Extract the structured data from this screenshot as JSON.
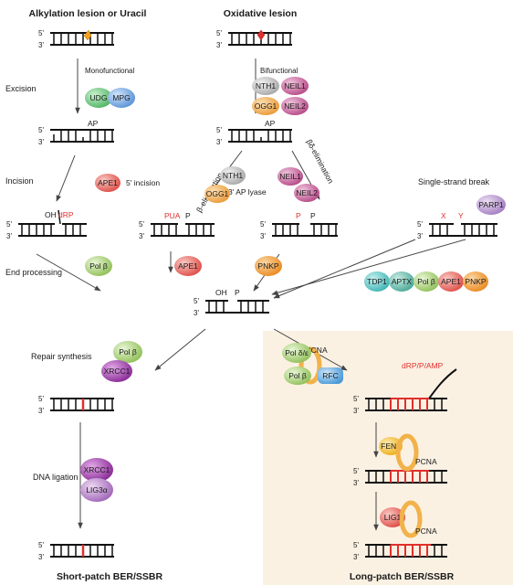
{
  "titles": {
    "alkylation": "Alkylation lesion or Uracil",
    "oxidative": "Oxidative lesion",
    "short_patch": "Short-patch BER/SSBR",
    "long_patch": "Long-patch BER/SSBR"
  },
  "steps": {
    "excision": "Excision",
    "incision": "Incision",
    "end_processing": "End processing",
    "repair_synthesis": "Repair synthesis",
    "dna_ligation": "DNA ligation"
  },
  "labels": {
    "monofunctional": "Monofunctional",
    "bifunctional": "Bifunctional",
    "ap": "AP",
    "five_prime_incision": "5' incision",
    "beta_elimination": "β-elimination",
    "three_ap_lyase": "3' AP lyase",
    "beta_delta_elimination": "βδ-elimination",
    "single_strand_break": "Single-strand break",
    "oh": "OH",
    "drp": "dRP",
    "pua": "PUA",
    "p": "P",
    "x": "X",
    "y": "Y",
    "drp_p_amp": "dRP/P/AMP",
    "pcna": "PCNA",
    "five": "5'",
    "three": "3'"
  },
  "proteins": {
    "udg": "UDG",
    "mpg": "MPG",
    "nth1": "NTH1",
    "neil1": "NEIL1",
    "ogg1": "OGG1",
    "neil2": "NEIL2",
    "ape1": "APE1",
    "parp1": "PARP1",
    "pol_beta": "Pol β",
    "pnkp": "PNKP",
    "tdp1": "TDP1",
    "aptx": "APTX",
    "xrcc1": "XRCC1",
    "lig3a": "LIG3α",
    "pol_delta_eps": "Pol δ/ε",
    "rfc": "RFC",
    "fen1": "FEN1",
    "lig1": "LIG1"
  },
  "colors": {
    "udg": "#5cc06e",
    "mpg": "#6aa2de",
    "nth1": "#b8b8b8",
    "neil": "#c85a96",
    "ogg1": "#f0a84c",
    "ape1": "#e8605a",
    "parp1": "#b490cc",
    "pol": "#a8d070",
    "pnkp": "#f09a34",
    "tdp1": "#4ec2c2",
    "aptx": "#5fb8a8",
    "xrcc1": "#9a3aa6",
    "lig3": "#b27ac4",
    "rfc": "#5aaae0",
    "pcna": "#f2b24a",
    "fen1": "#f2b82c",
    "lig1": "#e8605a",
    "lesion_orange": "#f2a21c",
    "lesion_red": "#e0302c",
    "accent_red": "#e0302c",
    "panel_bg": "#fbf1e3"
  }
}
